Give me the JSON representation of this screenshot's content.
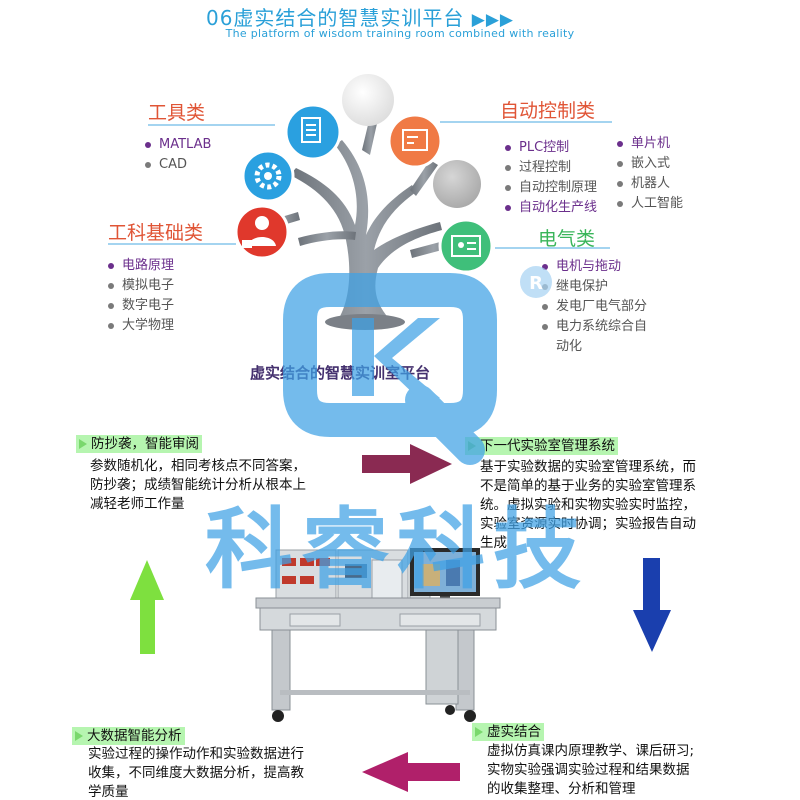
{
  "header": {
    "title": "06虚实结合的智慧实训平台",
    "title_arrows": "▶▶▶",
    "subtitle": "The platform of wisdom training room combined with reality"
  },
  "categories": {
    "tools": {
      "title": "工具类",
      "items": [
        "MATLAB",
        "CAD"
      ]
    },
    "automation": {
      "title": "自动控制类",
      "col1": [
        "PLC控制",
        "过程控制",
        "自动控制原理",
        "自动化生产线"
      ],
      "col2": [
        "单片机",
        "嵌入式",
        "机器人",
        "人工智能"
      ]
    },
    "engineering": {
      "title": "工科基础类",
      "items": [
        "电路原理",
        "模拟电子",
        "数字电子",
        "大学物理"
      ]
    },
    "electrical": {
      "title": "电气类",
      "items": [
        "电机与拖动",
        "继电保护",
        "发电厂电气部分",
        "电力系统综合自",
        "动化"
      ]
    }
  },
  "center_label": "虚实结合的智慧实训室平台",
  "watermark_text": "科睿科技",
  "features": {
    "anti_copy": {
      "title": "防抄袭，智能审阅",
      "lines": [
        "参数随机化，相同考核点不同答案，",
        "防抄袭；成绩智能统计分析从根本上",
        "减轻老师工作量"
      ]
    },
    "lab_mgmt": {
      "title": "下一代实验室管理系统",
      "lines": [
        "基于实验数据的实验室管理系统，而",
        "不是简单的基于业务的实验室管理系",
        "统。虚拟实验和实物实验实时监控，",
        "实验室资源实时协调；实验报告自动",
        "生成"
      ]
    },
    "big_data": {
      "title": "大数据智能分析",
      "lines": [
        "实验过程的操作动作和实验数据进行",
        "收集，不同维度大数据分析，提高教",
        "学质量"
      ]
    },
    "virtual_real": {
      "title": "虚实结合",
      "lines": [
        "虚拟仿真课内原理教学、课后研习;",
        "实物实验强调实验过程和结果数据",
        "的收集整理、分析和管理"
      ]
    }
  },
  "colors": {
    "accent_blue": "#2aa0d8",
    "category_red": "#e05536",
    "category_green": "#39b55a",
    "highlight_purple": "#6b2f8c",
    "arrow_maroon": "#8a2a52",
    "arrow_blue": "#1a3fae",
    "arrow_green": "#7ee03f",
    "arrow_magenta": "#b0206a",
    "watermark_blue": "#3fa2e6"
  },
  "icons": [
    "document-icon",
    "gear-icon",
    "worker-icon",
    "certificate-icon",
    "id-card-icon",
    "lab-workbench-image"
  ]
}
